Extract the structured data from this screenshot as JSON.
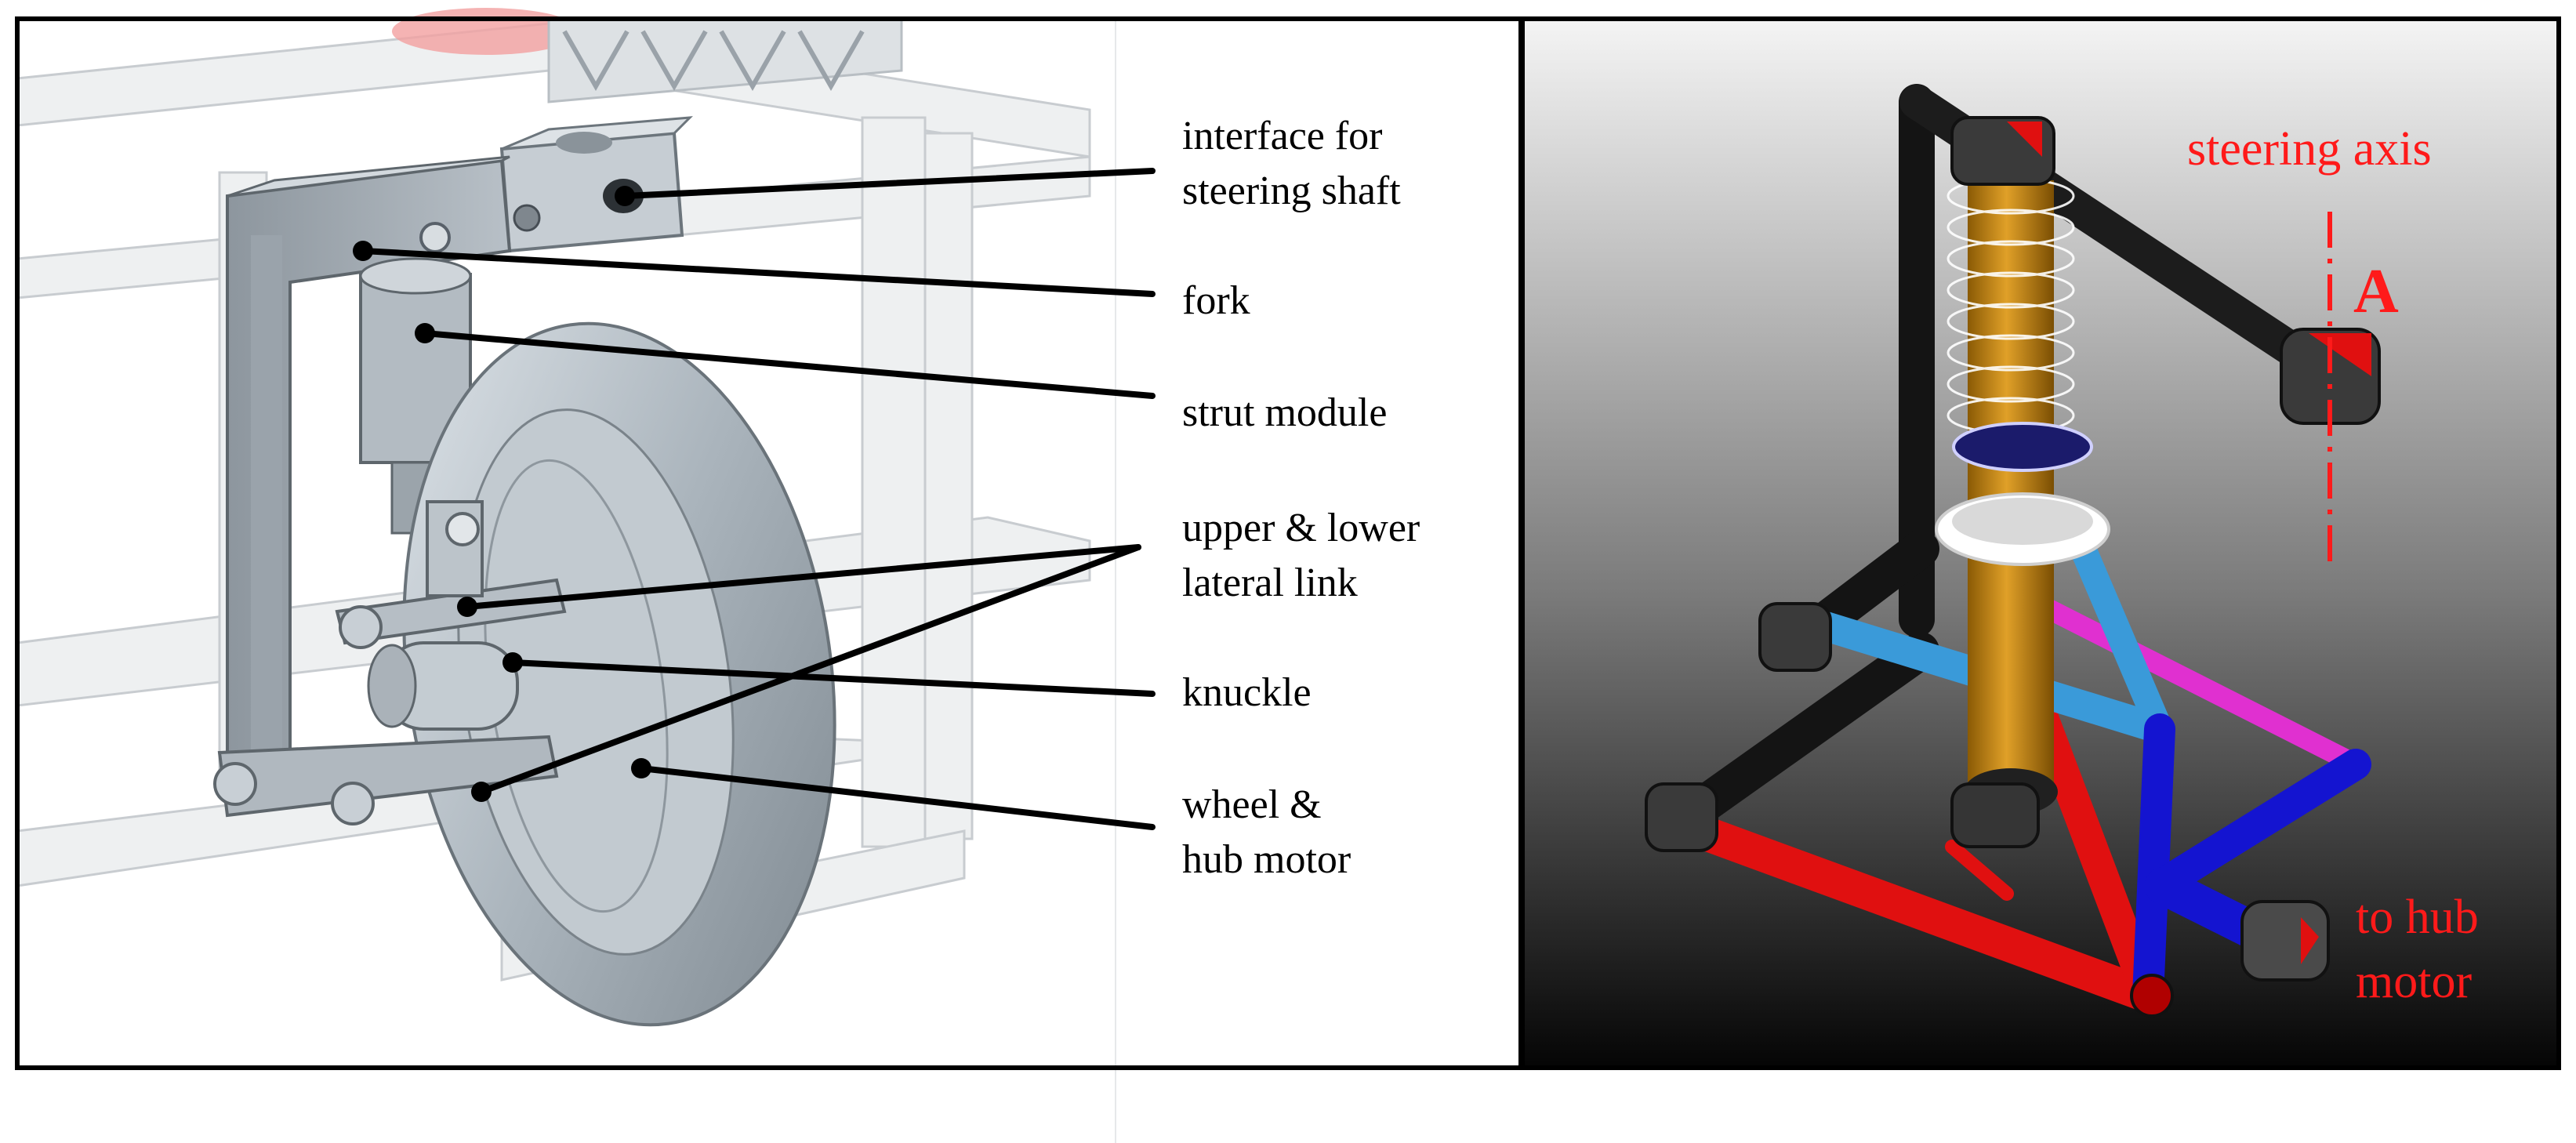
{
  "left_panel": {
    "callouts": [
      {
        "id": "interface",
        "lines": [
          "interface for",
          "steering shaft"
        ]
      },
      {
        "id": "fork",
        "lines": [
          "fork"
        ]
      },
      {
        "id": "strut",
        "lines": [
          "strut module"
        ]
      },
      {
        "id": "links",
        "lines": [
          "upper & lower",
          "lateral link"
        ]
      },
      {
        "id": "knuckle",
        "lines": [
          "knuckle"
        ]
      },
      {
        "id": "wheel",
        "lines": [
          "wheel &",
          "hub motor"
        ]
      }
    ]
  },
  "right_panel": {
    "steering_axis_label": "steering axis",
    "axis_point_label": "A",
    "hub_motor_label": [
      "to hub",
      "motor"
    ],
    "colors": {
      "label_red": "#ff1a1a",
      "strut": "#c98a10",
      "upper_link": "#3a9ad9",
      "lower_link_blue": "#1414d0",
      "red_link": "#e01010",
      "magenta_link": "#e030d0",
      "frame_black": "#141414"
    }
  },
  "colors": {
    "cad_gray": "#aab3bb",
    "cad_dark": "#5e666c",
    "panel_border": "#000000"
  }
}
